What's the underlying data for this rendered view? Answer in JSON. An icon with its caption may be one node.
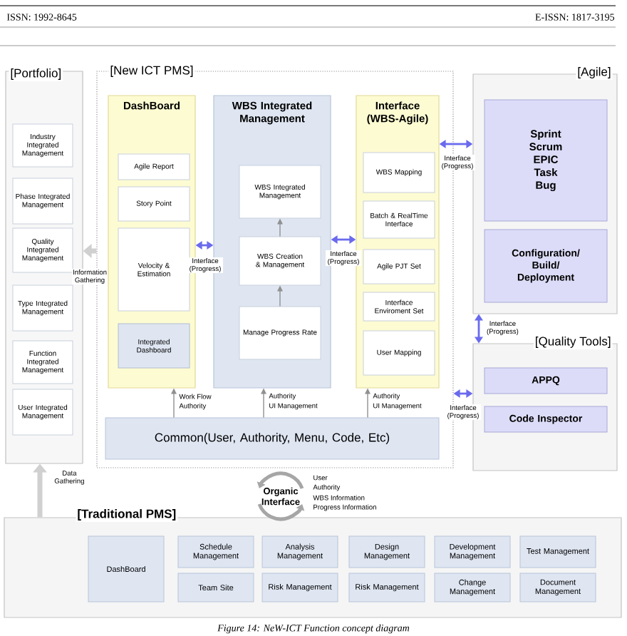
{
  "diagram": {
    "caption": "Figure 14: NeW-ICT Function concept diagram",
    "nodes": [
      {
        "text": [
          "[Portfolio]"
        ]
      },
      {
        "text": [
          "Industry Integrated Management"
        ],
        "in": 0
      },
      {
        "text": [
          "Phase Integrated Management"
        ],
        "in": 0
      },
      {
        "text": [
          "Quality Integrated Management"
        ],
        "in": 0
      },
      {
        "text": [
          "Type Integrated Management"
        ],
        "in": 0
      },
      {
        "text": [
          "Function Integrated Management"
        ],
        "in": 0
      },
      {
        "text": [
          "User Integrated Management"
        ],
        "in": 0
      },
      {
        "text": [
          "[New ICT PMS]"
        ]
      },
      {
        "text": [
          "DashBoard"
        ],
        "in": 7
      },
      {
        "text": [
          "Agile Report"
        ],
        "in": 8
      },
      {
        "text": [
          "Story Point"
        ],
        "in": 8
      },
      {
        "text": [
          "Velocity & Estimation"
        ],
        "in": 8
      },
      {
        "text": [
          "Integrated Dashboard"
        ],
        "in": 8
      },
      {
        "text": [
          "WBS Integrated Management"
        ],
        "in": 7
      },
      {
        "text": [
          "WBS Integrated Management"
        ],
        "in": 13
      },
      {
        "text": [
          "WBS Creation & Management"
        ],
        "in": 13
      },
      {
        "text": [
          "Manage Progress Rate"
        ],
        "in": 13
      },
      {
        "text": [
          "Interface (WBS-Agile)"
        ],
        "in": 7
      },
      {
        "text": [
          "WBS Mapping"
        ],
        "in": 17
      },
      {
        "text": [
          "Batch & RealTime Interface"
        ],
        "in": 17
      },
      {
        "text": [
          "Agile PJT Set"
        ],
        "in": 17
      },
      {
        "text": [
          "Interface Enviroment Set"
        ],
        "in": 17
      },
      {
        "text": [
          "User Mapping"
        ],
        "in": 17
      },
      {
        "text": [
          "Common(User, Authority, Menu, Code, Etc)"
        ],
        "in": 7
      },
      {
        "text": [
          "[Agile]"
        ]
      },
      {
        "text": [
          "Sprint Scrum EPIC Task Bug"
        ],
        "in": 24
      },
      {
        "text": [
          "Configuration/ Build/ Deployment"
        ],
        "in": 24
      },
      {
        "text": [
          "[Quality Tools]"
        ]
      },
      {
        "text": [
          "APPQ"
        ],
        "in": 27
      },
      {
        "text": [
          "Code Inspector"
        ],
        "in": 27
      },
      {
        "text": [
          "[Traditional PMS]"
        ]
      },
      {
        "text": [
          "DashBoard"
        ],
        "in": 30
      },
      {
        "text": [
          "Schedule Management"
        ],
        "in": 30
      },
      {
        "text": [
          "Analysis Management"
        ],
        "in": 30
      },
      {
        "text": [
          "Design Management"
        ],
        "in": 30
      },
      {
        "text": [
          "Development Management"
        ],
        "in": 30
      },
      {
        "text": [
          "Test Management"
        ],
        "in": 30
      },
      {
        "text": [
          "Team Site"
        ],
        "in": 30
      },
      {
        "text": [
          "Risk Management"
        ],
        "in": 30
      },
      {
        "text": [
          "Risk Management"
        ],
        "in": 30
      },
      {
        "text": [
          "Change Management"
        ],
        "in": 30
      },
      {
        "text": [
          "Document Management"
        ],
        "in": 30
      },
      {
        "text": [
          "Organic Interface"
        ],
        "beside": [
          "User",
          "Authority",
          "WBS Information",
          "Progress Information"
        ]
      }
    ],
    "edges": [
      {
        "from": 8,
        "to": 13,
        "arrow": "both",
        "label": "Interface (Progress)",
        "color": "#6a6aee"
      },
      {
        "from": 13,
        "to": 17,
        "arrow": "both",
        "label": "Interface (Progress)",
        "color": "#6a6aee"
      },
      {
        "from": 17,
        "to": 24,
        "arrow": "both",
        "label": "Interface (Progress)",
        "color": "#6a6aee"
      },
      {
        "from": 24,
        "to": 27,
        "arrow": "both",
        "label": "Interface (Progress)",
        "color": "#6a6aee"
      },
      {
        "from": 7,
        "to": 27,
        "arrow": "both",
        "label": "Interface (Progress)",
        "color": "#6a6aee"
      },
      {
        "from": 7,
        "to": 0,
        "arrow": "to",
        "label": "Information Gathering",
        "style": "thick",
        "color": "#d0d0d0"
      },
      {
        "from": 30,
        "to": 0,
        "arrow": "to",
        "label": "Data Gathering",
        "style": "thick",
        "color": "#d0d0d0"
      },
      {
        "from": 23,
        "to": 8,
        "arrow": "to",
        "color": "#909090"
      },
      {
        "from": 23,
        "to": 13,
        "arrow": "to",
        "color": "#909090"
      },
      {
        "from": 23,
        "to": 17,
        "arrow": "to",
        "color": "#909090"
      },
      {
        "from": 16,
        "to": 15,
        "arrow": "to",
        "color": "#909090"
      },
      {
        "from": 15,
        "to": 14,
        "arrow": "to",
        "color": "#909090"
      }
    ],
    "labels": [
      "ISSN: 1992-8645",
      "E-ISSN: 1817-3195",
      "Work Flow",
      "Authority",
      "Authority",
      "UI Management",
      "Authority",
      "UI Management"
    ]
  }
}
